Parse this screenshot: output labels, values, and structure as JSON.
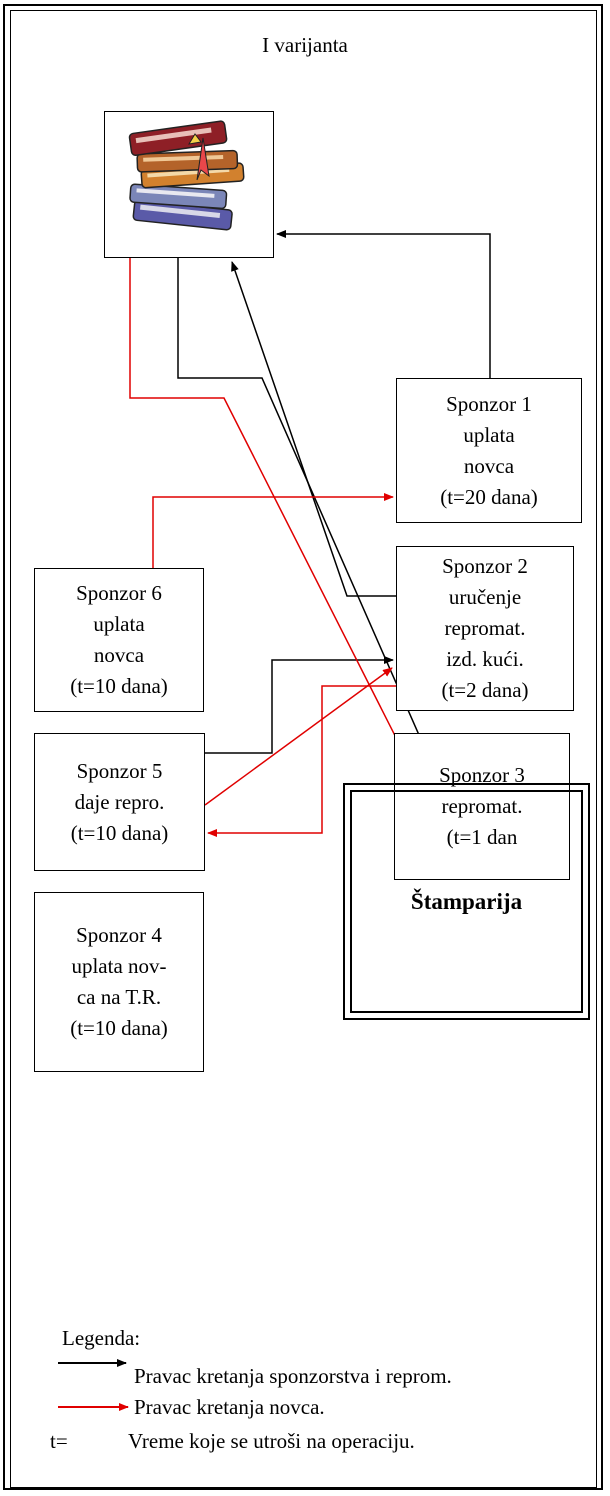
{
  "title": "I varijanta",
  "colors": {
    "sponsorship_arrow": "#000000",
    "money_arrow": "#e00000"
  },
  "icon": "books-stack-icon",
  "nodes": {
    "sponzor1": {
      "lines": [
        "Sponzor 1",
        "uplata",
        "novca",
        "(t=20 dana)"
      ]
    },
    "sponzor2": {
      "lines": [
        "Sponzor 2",
        "uručenje",
        "repromat.",
        "izd. kući.",
        "(t=2 dana)"
      ]
    },
    "sponzor3": {
      "lines": [
        "Sponzor 3",
        "repromat.",
        "(t=1 dan"
      ]
    },
    "sponzor4": {
      "lines": [
        "Sponzor 4",
        "uplata nov-",
        "ca na T.R.",
        "(t=10 dana)"
      ]
    },
    "sponzor5": {
      "lines": [
        "Sponzor 5",
        "daje repro.",
        "(t=10 dana)"
      ]
    },
    "sponzor6": {
      "lines": [
        "Sponzor 6",
        "uplata",
        "novca",
        "(t=10 dana)"
      ]
    },
    "stamparija": {
      "label": "Štamparija"
    }
  },
  "legend": {
    "title": "Legenda:",
    "black_arrow": "Pravac kretanja sponzorstva i reprom.",
    "red_arrow": "Pravac kretanja novca.",
    "t_symbol": "t=",
    "t_desc": "Vreme koje se utroši na operaciju."
  }
}
